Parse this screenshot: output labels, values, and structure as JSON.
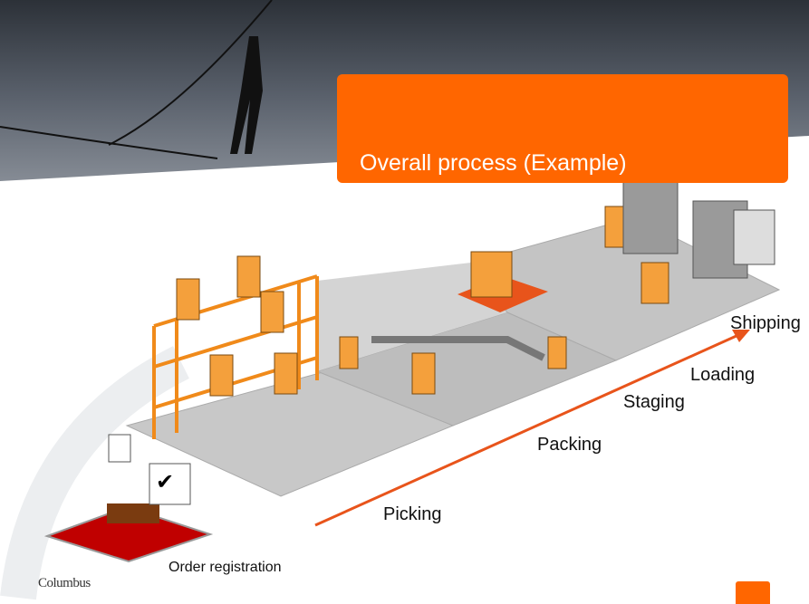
{
  "slide": {
    "title": "Overall process (Example)",
    "steps": [
      {
        "label": "Order registration"
      },
      {
        "label": "Picking"
      },
      {
        "label": "Packing"
      },
      {
        "label": "Staging"
      },
      {
        "label": "Loading"
      },
      {
        "label": "Shipping"
      }
    ],
    "logo": "Columbus",
    "colors": {
      "accent": "#ff6600",
      "order_pad": "#c00000",
      "floor": "#c8c8c8"
    }
  }
}
